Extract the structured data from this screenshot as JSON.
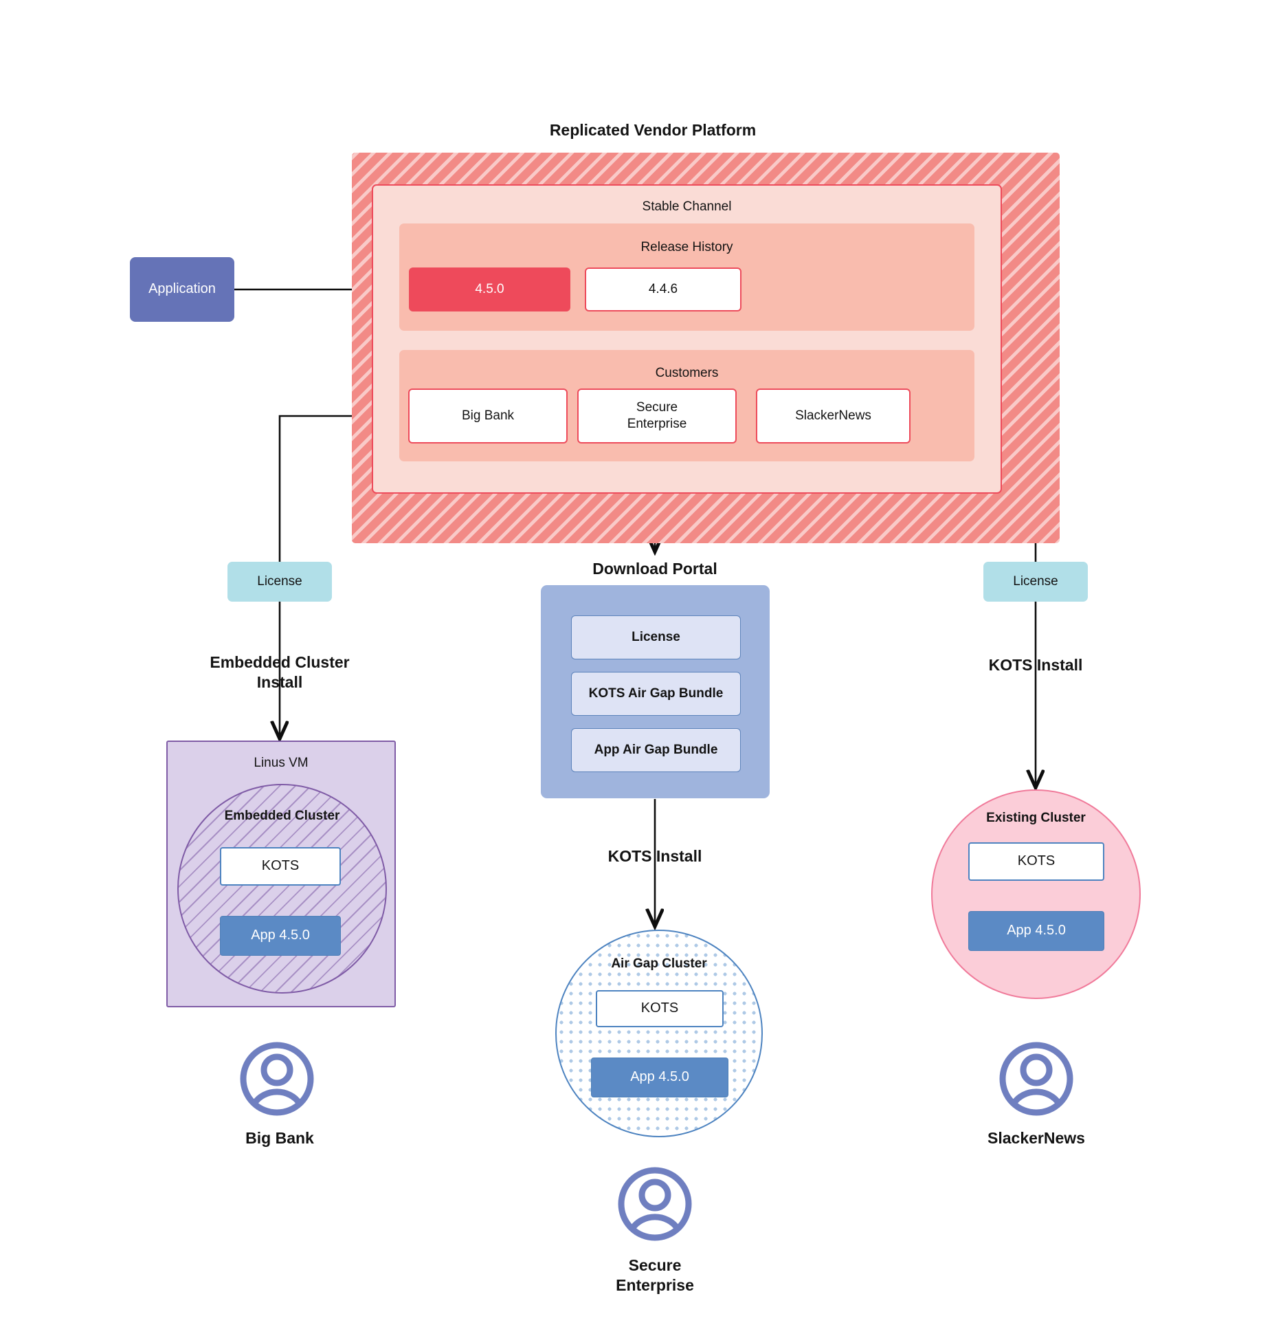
{
  "diagram": {
    "title": "Replicated Vendor Platform",
    "application_label": "Application",
    "download_portal_title": "Download  Portal"
  },
  "platform": {
    "channel": {
      "label": "Stable Channel",
      "release_history": {
        "label": "Release History",
        "releases": [
          {
            "version": "4.5.0",
            "state": "current"
          },
          {
            "version": "4.4.6",
            "state": "previous"
          }
        ]
      },
      "customers": {
        "label": "Customers",
        "items": [
          {
            "name": "Big Bank"
          },
          {
            "name": "Secure\nEnterprise",
            "line1": "Secure",
            "line2": "Enterprise"
          },
          {
            "name": "SlackerNews"
          }
        ]
      }
    }
  },
  "paths": {
    "left": {
      "license_label": "License",
      "install_label_line1": "Embedded Cluster",
      "install_label_line2": "Install",
      "host": {
        "label": "Linus VM"
      },
      "cluster": {
        "label": "Embedded Cluster"
      },
      "kots_label": "KOTS",
      "app_label": "App 4.5.0",
      "customer_label": "Big Bank",
      "avatar_icon": "user-avatar-icon"
    },
    "middle": {
      "portal_items": [
        {
          "label": "License"
        },
        {
          "label": "KOTS Air Gap Bundle"
        },
        {
          "label": "App Air Gap Bundle"
        }
      ],
      "install_label": "KOTS Install",
      "cluster": {
        "label": "Air Gap Cluster"
      },
      "kots_label": "KOTS",
      "app_label": "App 4.5.0",
      "customer_label_line1": "Secure",
      "customer_label_line2": "Enterprise",
      "avatar_icon": "user-avatar-icon"
    },
    "right": {
      "license_label": "License",
      "install_label": "KOTS Install",
      "cluster": {
        "label": "Existing Cluster"
      },
      "kots_label": "KOTS",
      "app_label": "App 4.5.0",
      "customer_label": "SlackerNews",
      "avatar_icon": "user-avatar-icon"
    }
  },
  "colors": {
    "platform_hatch": "#f28a86",
    "channel_bg": "#fadcd6",
    "subpanel_bg": "#f9bcae",
    "accent_red": "#ed4b5b",
    "application_blue": "#6573b7",
    "license_teal": "#b1dfe8",
    "portal_blue": "#9fb4dd",
    "portal_item_bg": "#dee3f5",
    "vm_purple": "#dbd0ea",
    "vm_border": "#7f5ba6",
    "cluster_blue": "#4d83c0",
    "existing_pink": "#fbcdd8",
    "existing_pink_border": "#f07a9a",
    "app_blue": "#5b8ac5",
    "avatar_blue": "#6f7fc0"
  }
}
